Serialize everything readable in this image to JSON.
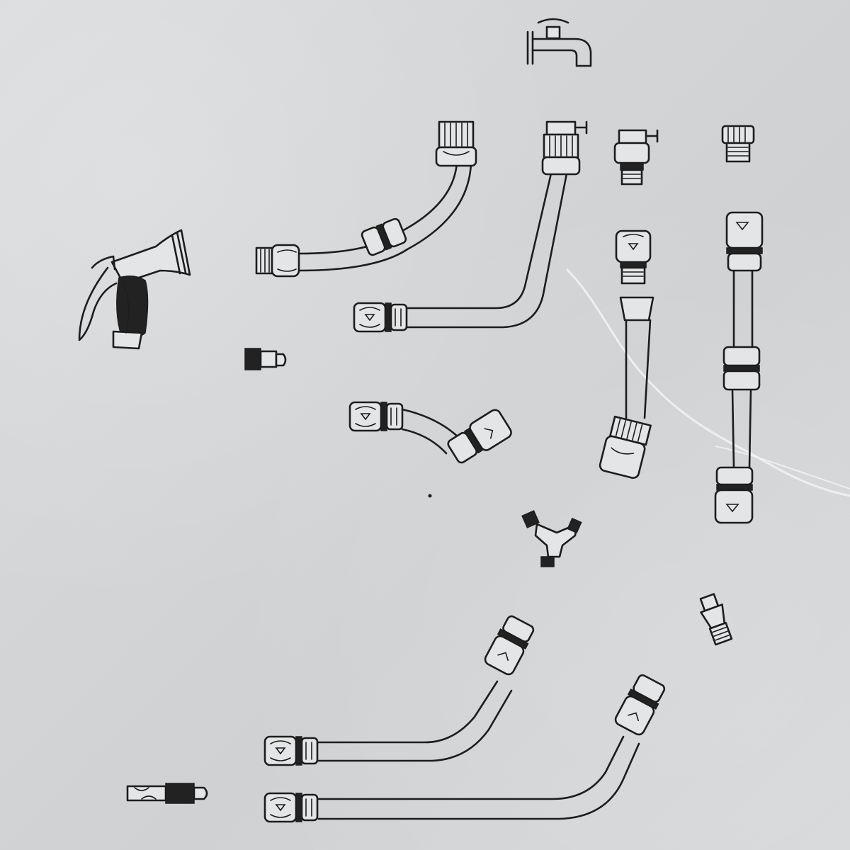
{
  "diagram": {
    "type": "product-assembly-line-drawing",
    "colors": {
      "paper": "#d4d6d8",
      "ink": "#1d1d1d"
    },
    "parts": [
      {
        "id": "tap",
        "icon": "tap-icon"
      },
      {
        "id": "spray-gun",
        "icon": "spray-gun-icon"
      },
      {
        "id": "hose-curved-short",
        "icon": "hose-icon"
      },
      {
        "id": "hose-from-tap-connector",
        "icon": "hose-icon"
      },
      {
        "id": "tap-connector-valve",
        "icon": "tap-connector-icon"
      },
      {
        "id": "threaded-adapter",
        "icon": "adapter-icon"
      },
      {
        "id": "quick-connector-threaded",
        "icon": "quick-connector-icon"
      },
      {
        "id": "hose-straight-adapter",
        "icon": "hose-icon"
      },
      {
        "id": "hose-long-vertical",
        "icon": "hose-icon"
      },
      {
        "id": "small-nipple-connector",
        "icon": "nipple-connector-icon"
      },
      {
        "id": "hose-elbow-short",
        "icon": "hose-icon"
      },
      {
        "id": "y-splitter",
        "icon": "y-splitter-icon"
      },
      {
        "id": "double-male-coupler",
        "icon": "coupler-icon"
      },
      {
        "id": "hose-bottom-upper",
        "icon": "hose-icon"
      },
      {
        "id": "hose-bottom-lower",
        "icon": "hose-icon"
      },
      {
        "id": "jet-nozzle",
        "icon": "nozzle-icon"
      }
    ]
  }
}
